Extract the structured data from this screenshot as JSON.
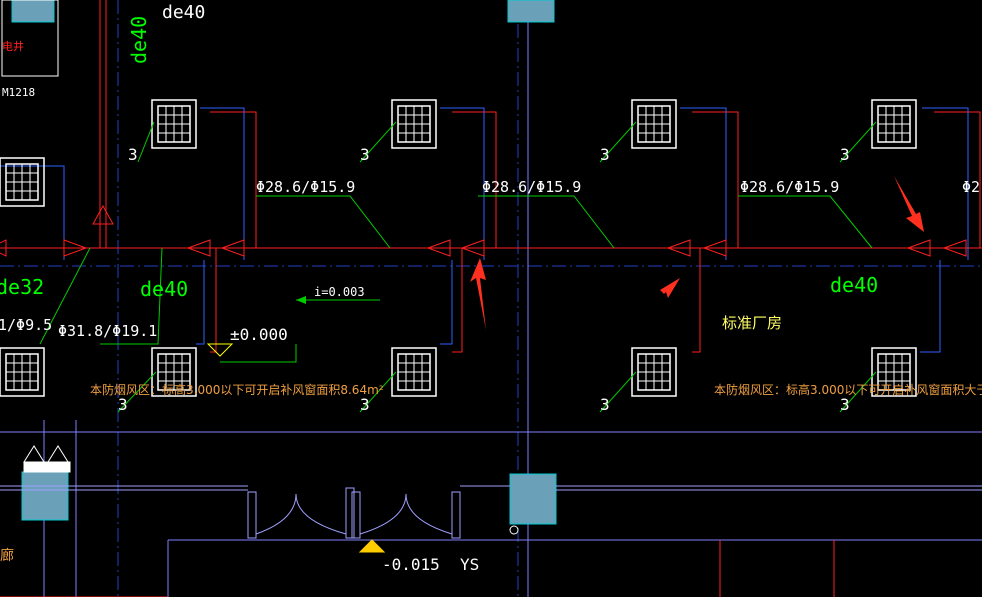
{
  "labels": {
    "top_pipe": "de40",
    "vertical_pipe": "de40",
    "left_pipe": "de32",
    "mid_pipe": "de40",
    "right_pipe": "de40",
    "shaft": "电井",
    "door_left": "M1218",
    "diameter_1": "Φ28.6/Φ15.9",
    "diameter_2": "Φ28.6/Φ15.9",
    "diameter_3": "Φ28.6/Φ15.9",
    "diameter_4": "Φ31.8/Φ19.1",
    "diameter_left": "1/Φ9.5",
    "diameter_right_cut": "Φ2",
    "slope": "i=0.003",
    "elevation_zero": "±0.000",
    "elevation_neg": "-0.015",
    "ys": "YS",
    "room": "标准厂房",
    "note_left": "本防烟风区：标高3.000以下可开启补风窗面积8.64m²",
    "note_right": "本防烟风区：标高3.000以下可开启补风窗面积大于",
    "left_edge_char": "廊",
    "unit_qty": "3"
  },
  "colors": {
    "background": "#000000",
    "pipe_red": "#ff2020",
    "pipe_blue": "#3060ff",
    "axis_blue": "#2040c0",
    "text_green": "#00ff00",
    "leader_green": "#00cc00",
    "column_cyan": "#00c8d0",
    "column_fill": "#6aa0b8",
    "unit_white": "#ffffff",
    "arrow_annotation": "#ff3020",
    "note_orange": "#f0a040"
  }
}
